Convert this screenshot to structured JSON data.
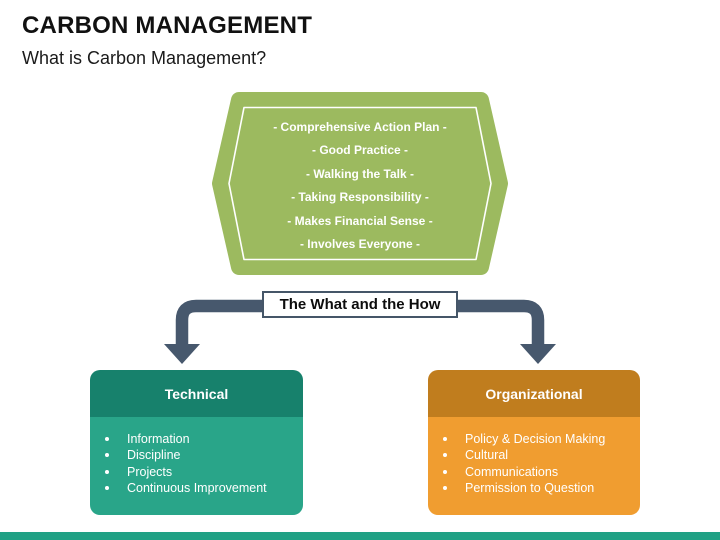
{
  "slide": {
    "title": "CARBON MANAGEMENT",
    "subtitle": "What is Carbon Management?"
  },
  "hexagon": {
    "fill_color": "#9cba5f",
    "outline_color": "#ffffff",
    "items": [
      "- Comprehensive Action Plan -",
      "- Good Practice -",
      "- Walking the Talk -",
      "- Taking Responsibility -",
      "- Makes Financial Sense -",
      "- Involves Everyone -"
    ]
  },
  "connector": {
    "label": "The What and the How",
    "arrow_color": "#47586d",
    "label_border_color": "#455668"
  },
  "columns": [
    {
      "title": "Technical",
      "header_color": "#17816c",
      "body_color": "#29a589",
      "items": [
        "Information",
        "Discipline",
        "Projects",
        "Continuous Improvement"
      ]
    },
    {
      "title": "Organizational",
      "header_color": "#c07d1e",
      "body_color": "#f09d30",
      "items": [
        "Policy & Decision Making",
        "Cultural",
        "Communications",
        "Permission to Question"
      ]
    }
  ],
  "footer": {
    "bar_color": "#20a185"
  }
}
